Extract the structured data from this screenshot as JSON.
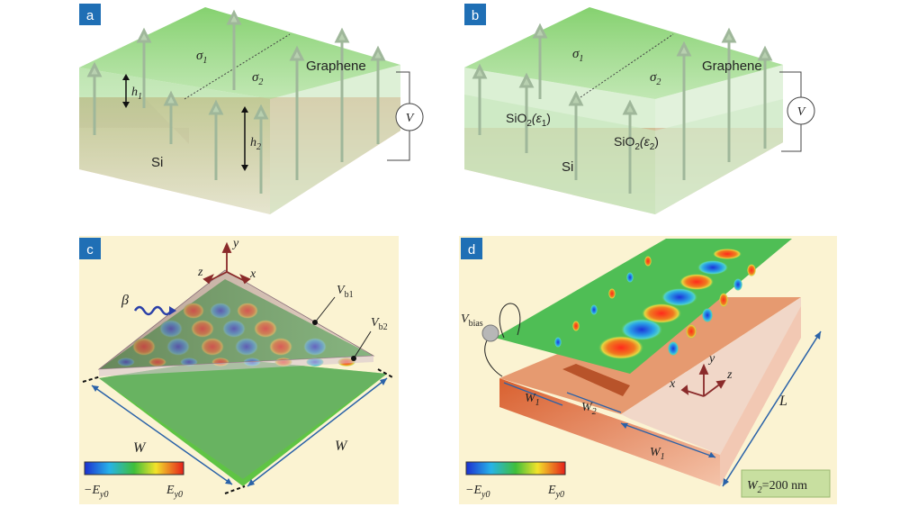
{
  "panels": {
    "a": {
      "badge": "a",
      "sigma1": "σ",
      "sigma1_sub": "1",
      "sigma2": "σ",
      "sigma2_sub": "2",
      "graphene": "Graphene",
      "h1": "h",
      "h1_sub": "1",
      "h2": "h",
      "h2_sub": "2",
      "si": "Si",
      "voltage": "V"
    },
    "b": {
      "badge": "b",
      "sigma1": "σ",
      "sigma1_sub": "1",
      "sigma2": "σ",
      "sigma2_sub": "2",
      "graphene": "Graphene",
      "sio2_1": "SiO",
      "sio2_1_sub": "2",
      "sio2_1_eps": "(ε",
      "sio2_1_eps_sub": "1",
      "sio2_1_close": ")",
      "sio2_2": "SiO",
      "sio2_2_sub": "2",
      "sio2_2_eps": "(ε",
      "sio2_2_eps_sub": "2",
      "sio2_2_close": ")",
      "si": "Si",
      "voltage": "V"
    },
    "c": {
      "badge": "c",
      "axis_y": "y",
      "axis_x": "x",
      "axis_z": "z",
      "beta": "β",
      "vb1": "V",
      "vb1_sub": "b1",
      "vb2": "V",
      "vb2_sub": "b2",
      "w_left": "W",
      "w_right": "W",
      "colorbar_min": "−E",
      "colorbar_min_sub": "y0",
      "colorbar_max": "E",
      "colorbar_max_sub": "y0"
    },
    "d": {
      "badge": "d",
      "vbias": "V",
      "vbias_sub": "bias",
      "axis_y": "y",
      "axis_x": "x",
      "axis_z": "z",
      "w1_left": "W",
      "w1_left_sub": "1",
      "w2": "W",
      "w2_sub": "2",
      "w1_right": "W",
      "w1_right_sub": "1",
      "l": "L",
      "colorbar_min": "−E",
      "colorbar_min_sub": "y0",
      "colorbar_max": "E",
      "colorbar_max_sub": "y0",
      "w2_note": "W",
      "w2_note_sub": "2",
      "w2_note_value": "=200 nm"
    }
  },
  "colors": {
    "badge": "#1f6fb5",
    "graphene": "#8fd07a",
    "silicon": "#e58a6c",
    "panel_bg": "#fbf3d2",
    "arrow": "#2a62a8",
    "red_field": "#e3261f",
    "blue_field": "#2b4fd8"
  }
}
